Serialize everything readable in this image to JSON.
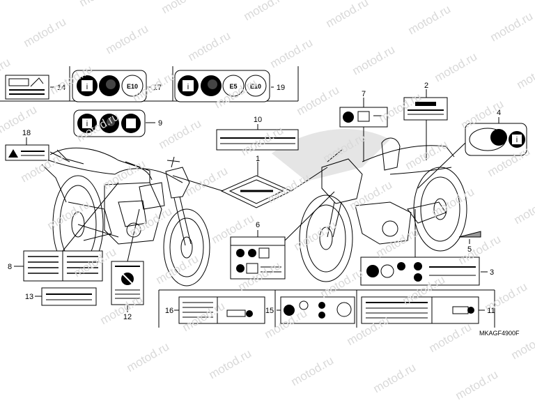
{
  "watermark": {
    "text": "motod.ru"
  },
  "callouts": [
    {
      "id": "c1",
      "text": "1"
    },
    {
      "id": "c2",
      "text": "2"
    },
    {
      "id": "c3",
      "text": "3"
    },
    {
      "id": "c4",
      "text": "4"
    },
    {
      "id": "c5",
      "text": "5"
    },
    {
      "id": "c6",
      "text": "6"
    },
    {
      "id": "c7",
      "text": "7"
    },
    {
      "id": "c8",
      "text": "8"
    },
    {
      "id": "c9",
      "text": "9"
    },
    {
      "id": "c10",
      "text": "10"
    },
    {
      "id": "c11",
      "text": "11"
    },
    {
      "id": "c12",
      "text": "12"
    },
    {
      "id": "c13",
      "text": "13"
    },
    {
      "id": "c14",
      "text": "14"
    },
    {
      "id": "c15",
      "text": "15"
    },
    {
      "id": "c16",
      "text": "16"
    },
    {
      "id": "c17",
      "text": "17"
    },
    {
      "id": "c18",
      "text": "18"
    },
    {
      "id": "c19",
      "text": "19"
    }
  ],
  "fuel_labels": {
    "e10": "E10",
    "e5": "E5"
  },
  "icon_text": {
    "info": "i"
  },
  "part_code": "MKAGF4900F"
}
